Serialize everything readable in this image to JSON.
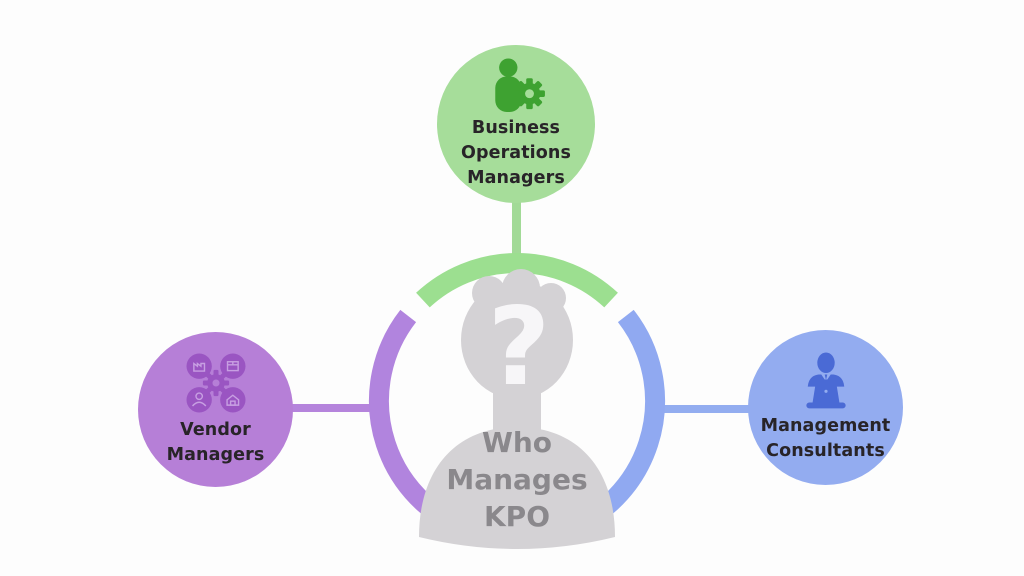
{
  "title": "Who Manages KPO",
  "background_color": "#fdfdfd",
  "center": {
    "label": "Who\nManages\nKPO",
    "question_mark": "?",
    "silhouette_color": "#d4d2d5",
    "question_mark_color": "#f7f6f8",
    "label_color": "#8a888c"
  },
  "ring": {
    "segments": [
      {
        "id": "top",
        "color": "#9cdf90"
      },
      {
        "id": "left",
        "color": "#b184de"
      },
      {
        "id": "right",
        "color": "#90a9f1"
      }
    ]
  },
  "nodes": [
    {
      "id": "business-operations-managers",
      "label": "Business\nOperations\nManagers",
      "icon": "manager-gear-icon",
      "circle_color": "#a6dd9a",
      "icon_color": "#3ea231",
      "connector_color": "#a2da97",
      "position": "top"
    },
    {
      "id": "vendor-managers",
      "label": "Vendor\nManagers",
      "icon": "vendor-network-gear-icon",
      "circle_color": "#b67fd7",
      "icon_color": "#9a55c2",
      "connector_color": "#b584dc",
      "position": "left"
    },
    {
      "id": "management-consultants",
      "label": "Management\nConsultants",
      "icon": "consultant-laptop-icon",
      "circle_color": "#93acf0",
      "icon_color": "#4a6ad5",
      "connector_color": "#93adf0",
      "position": "right"
    }
  ]
}
